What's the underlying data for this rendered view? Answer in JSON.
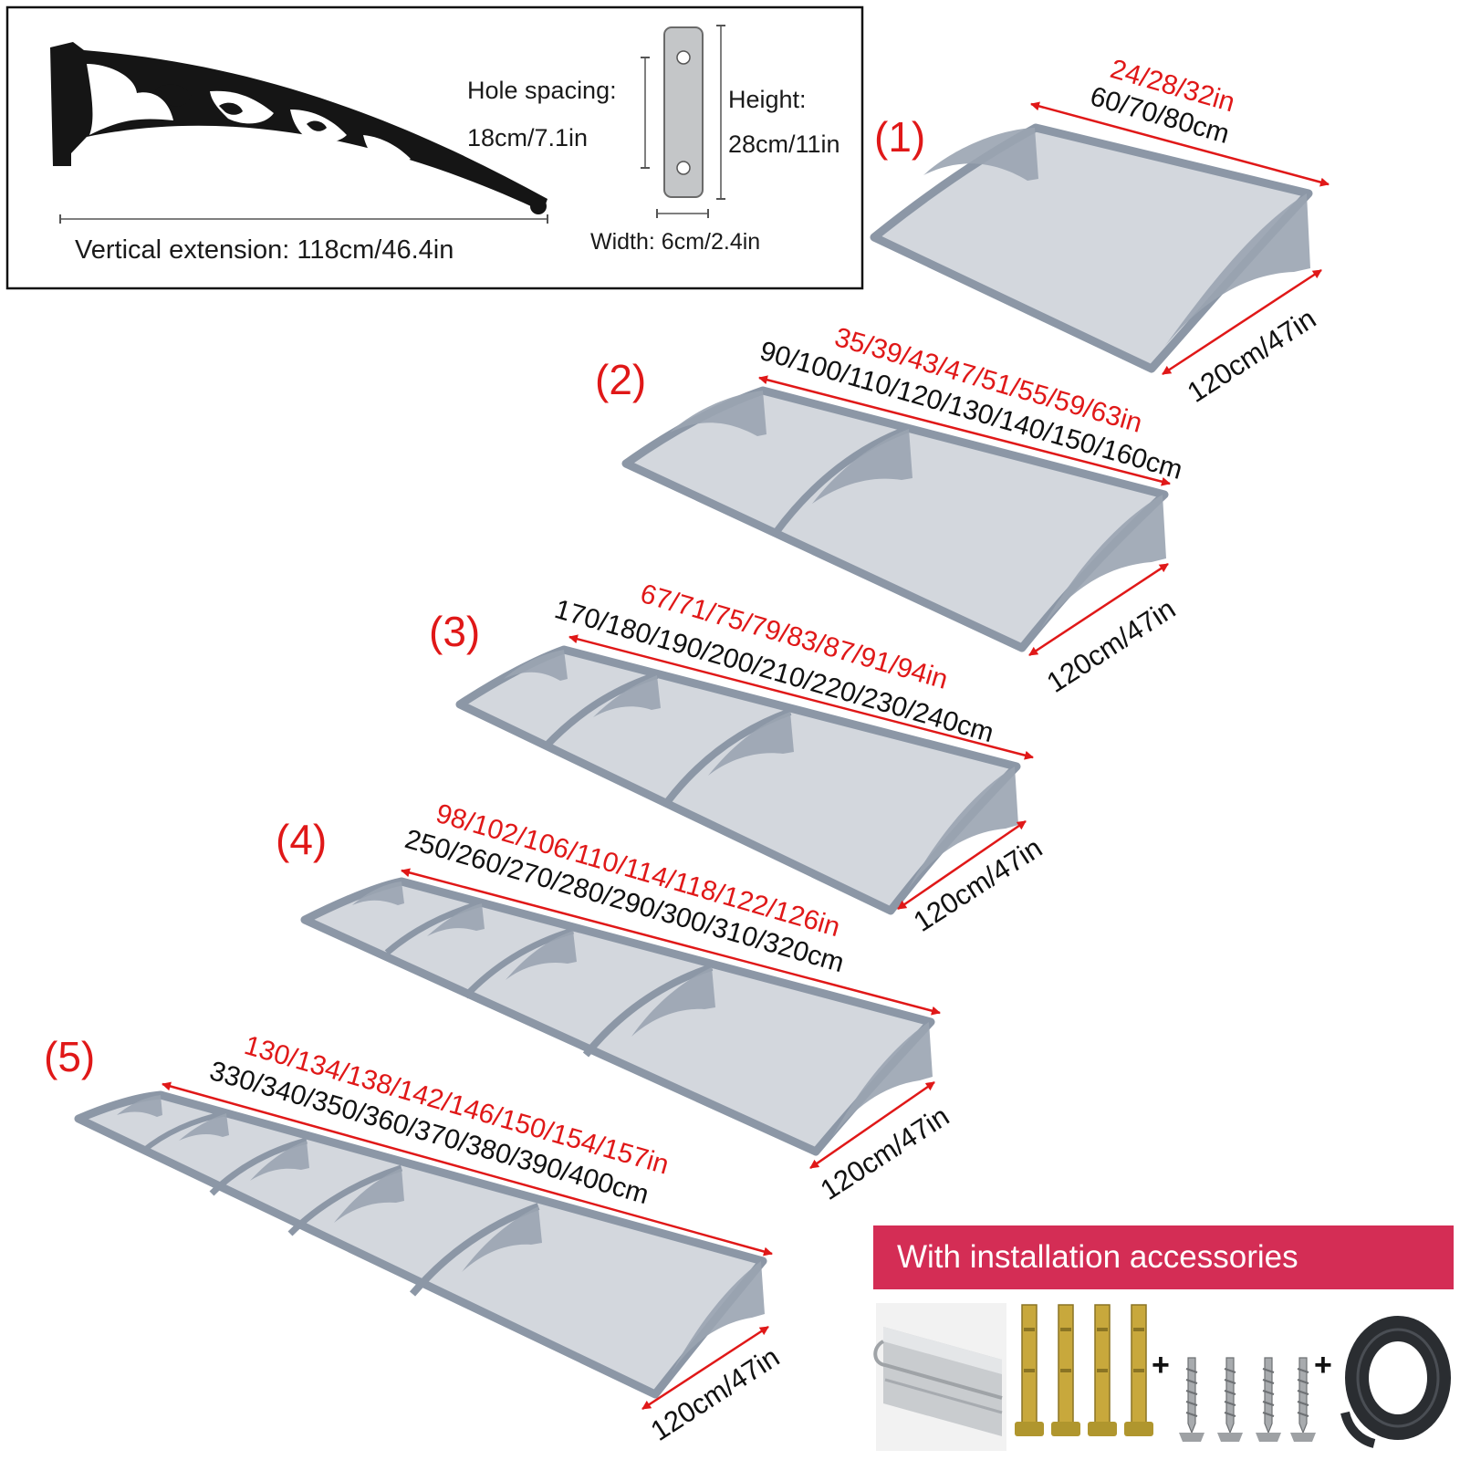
{
  "spec_box": {
    "hole_spacing_label": "Hole spacing:",
    "hole_spacing_value": "18cm/7.1in",
    "height_label": "Height:",
    "height_value": "28cm/11in",
    "width_value": "Width: 6cm/2.4in",
    "extension_value": "Vertical extension: 118cm/46.4in"
  },
  "canopies": [
    {
      "index": "(1)",
      "length_in": "24/28/32in",
      "length_cm": "60/70/80cm",
      "depth": "120cm/47in"
    },
    {
      "index": "(2)",
      "length_in": "35/39/43/47/51/55/59/63in",
      "length_cm": "90/100/110/120/130/140/150/160cm",
      "depth": "120cm/47in"
    },
    {
      "index": "(3)",
      "length_in": "67/71/75/79/83/87/91/94in",
      "length_cm": "170/180/190/200/210/220/230/240cm",
      "depth": "120cm/47in"
    },
    {
      "index": "(4)",
      "length_in": "98/102/106/110/114/118/122/126in",
      "length_cm": "250/260/270/280/290/300/310/320cm",
      "depth": "120cm/47in"
    },
    {
      "index": "(5)",
      "length_in": "130/134/138/142/146/150/154/157in",
      "length_cm": "330/340/350/360/370/380/390/400cm",
      "depth": "120cm/47in"
    }
  ],
  "accessories": {
    "banner": "With installation accessories",
    "plus": "+"
  },
  "colors": {
    "accent_red": "#e01818",
    "banner_pink": "#d42d55",
    "frame_gray": "#8c97a6",
    "panel_gray": "#d3d7dd"
  }
}
